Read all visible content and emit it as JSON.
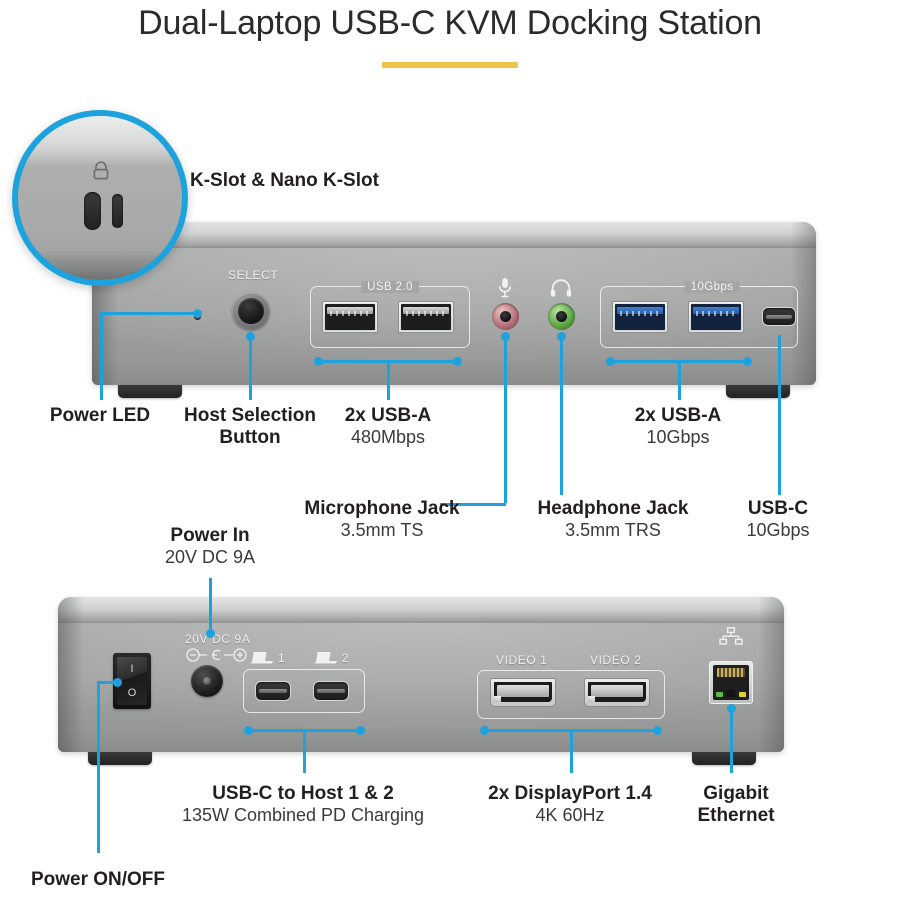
{
  "header": {
    "title": "Dual-Laptop USB-C KVM Docking Station",
    "accent_underline_color": "#edc34c"
  },
  "colors": {
    "callout_blue": "#1ea2dd",
    "title_gold": "#edc34c",
    "body_gray": "#a4a5a5",
    "mic_jack_pink": "#b06a72",
    "headphone_jack_green": "#5aa641",
    "usb3_blue": "#2a5fa8",
    "led_green": "#5bbd3a",
    "led_yellow": "#e5d31f"
  },
  "magnifier": {
    "name": "k-slot-magnifier",
    "icon": "lock-icon",
    "slots": [
      "k-slot",
      "nano-k-slot"
    ],
    "callout_label": "K-Slot & Nano K-Slot"
  },
  "front_panel": {
    "name": "front-panel",
    "silkscreen": {
      "select": "SELECT",
      "usb20_group": "USB 2.0",
      "tengbps_group": "10Gbps",
      "mic_icon": "microphone-icon",
      "headphone_icon": "headphone-icon"
    },
    "ports": [
      {
        "id": "power-led",
        "icon": "power-led-indicator"
      },
      {
        "id": "host-select",
        "icon": "select-button"
      },
      {
        "id": "usba-480-1",
        "icon": "usb-a-port"
      },
      {
        "id": "usba-480-2",
        "icon": "usb-a-port"
      },
      {
        "id": "mic-jack",
        "icon": "audio-jack-mic"
      },
      {
        "id": "headphone-jack",
        "icon": "audio-jack-headphone"
      },
      {
        "id": "usba-10g-1",
        "icon": "usb-a-port-blue"
      },
      {
        "id": "usba-10g-2",
        "icon": "usb-a-port-blue"
      },
      {
        "id": "usbc-10g",
        "icon": "usb-c-port"
      }
    ],
    "callouts": [
      {
        "id": "power-led",
        "line1": "Power LED",
        "line2": ""
      },
      {
        "id": "host-selection",
        "line1": "Host Selection",
        "line2": "Button"
      },
      {
        "id": "usba-480",
        "line1": "2x USB-A",
        "line2": "480Mbps"
      },
      {
        "id": "microphone",
        "line1": "Microphone Jack",
        "line2": "3.5mm TS"
      },
      {
        "id": "headphone",
        "line1": "Headphone Jack",
        "line2": "3.5mm TRS"
      },
      {
        "id": "usba-10g",
        "line1": "2x USB-A",
        "line2": "10Gbps"
      },
      {
        "id": "usbc-10g",
        "line1": "USB-C",
        "line2": "10Gbps"
      }
    ]
  },
  "rear_panel": {
    "name": "rear-panel",
    "silkscreen": {
      "power_rating": "20V DC 9A",
      "polarity_symbol": "center-positive",
      "host1": "1",
      "host2": "2",
      "video1": "VIDEO 1",
      "video2": "VIDEO 2",
      "laptop_icon": "laptop-icon",
      "network_icon": "network-icon",
      "switch_on": "I",
      "switch_off": "O"
    },
    "ports": [
      {
        "id": "power-switch",
        "icon": "rocker-switch"
      },
      {
        "id": "dc-in",
        "icon": "dc-barrel-jack"
      },
      {
        "id": "usbc-host-1",
        "icon": "usb-c-port"
      },
      {
        "id": "usbc-host-2",
        "icon": "usb-c-port"
      },
      {
        "id": "displayport-1",
        "icon": "displayport-port"
      },
      {
        "id": "displayport-2",
        "icon": "displayport-port"
      },
      {
        "id": "ethernet",
        "icon": "rj45-port"
      }
    ],
    "callouts": [
      {
        "id": "power-in",
        "line1": "Power In",
        "line2": "20V DC 9A"
      },
      {
        "id": "usbc-host",
        "line1": "USB-C to Host 1 & 2",
        "line2": "135W Combined PD Charging"
      },
      {
        "id": "displayport",
        "line1": "2x DisplayPort 1.4",
        "line2": "4K 60Hz"
      },
      {
        "id": "ethernet",
        "line1": "Gigabit",
        "line2": "Ethernet"
      },
      {
        "id": "power-onoff",
        "line1": "Power ON/OFF",
        "line2": ""
      }
    ]
  }
}
